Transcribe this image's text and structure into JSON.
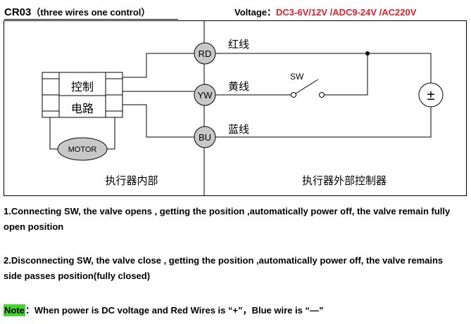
{
  "header": {
    "model": "CR03",
    "subtitle": "（three wires one control）",
    "voltage_label": "Voltage：",
    "voltage_values": "DC3-6V/12V /ADC9-24V /AC220V"
  },
  "colors": {
    "voltage": "#e0202a",
    "note_highlight": "#44d62c",
    "terminal_fill": "#c8c8c8",
    "motor_fill": "#c8c8c8"
  },
  "diagram": {
    "controller": {
      "line1": "控制",
      "line2": "电路"
    },
    "motor": "MOTOR",
    "terminals": [
      {
        "code": "RD",
        "wire": "红线"
      },
      {
        "code": "YW",
        "wire": "黄线"
      },
      {
        "code": "BU",
        "wire": "蓝线"
      }
    ],
    "switch_label": "SW",
    "source_symbol": "±",
    "internal_label": "执行器内部",
    "external_label": "执行器外部控制器"
  },
  "notes": {
    "item1": "1.Connecting SW, the valve opens , getting the position ,automatically power off, the valve remain fully open position",
    "item2": "2.Disconnecting SW, the valve close , getting the position ,automatically power off, the valve remains side passes position(fully closed)",
    "note_label": "Note",
    "note_text": "：When power is DC voltage and Red Wires is “+”，Blue wire is “—”"
  }
}
